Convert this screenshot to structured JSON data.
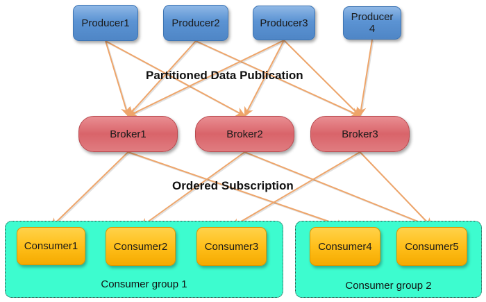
{
  "diagram": {
    "section_labels": {
      "publication": "Partitioned Data Publication",
      "subscription": "Ordered Subscription"
    },
    "producers": [
      {
        "id": "p1",
        "label": "Producer1"
      },
      {
        "id": "p2",
        "label": "Producer2"
      },
      {
        "id": "p3",
        "label": "Producer3"
      },
      {
        "id": "p4",
        "label": "Producer 4"
      }
    ],
    "brokers": [
      {
        "id": "b1",
        "label": "Broker1"
      },
      {
        "id": "b2",
        "label": "Broker2"
      },
      {
        "id": "b3",
        "label": "Broker3"
      }
    ],
    "consumers": [
      {
        "id": "c1",
        "label": "Consumer1"
      },
      {
        "id": "c2",
        "label": "Consumer2"
      },
      {
        "id": "c3",
        "label": "Consumer3"
      },
      {
        "id": "c4",
        "label": "Consumer4"
      },
      {
        "id": "c5",
        "label": "Consumer5"
      }
    ],
    "groups": [
      {
        "id": "g1",
        "label": "Consumer group 1",
        "members": [
          "c1",
          "c2",
          "c3"
        ]
      },
      {
        "id": "g2",
        "label": "Consumer group 2",
        "members": [
          "c4",
          "c5"
        ]
      }
    ],
    "edges": [
      {
        "from": "p1",
        "to": "b1"
      },
      {
        "from": "p1",
        "to": "b2"
      },
      {
        "from": "p2",
        "to": "b1"
      },
      {
        "from": "p2",
        "to": "b3"
      },
      {
        "from": "p3",
        "to": "b1"
      },
      {
        "from": "p3",
        "to": "b2"
      },
      {
        "from": "p3",
        "to": "b3"
      },
      {
        "from": "p4",
        "to": "b3"
      },
      {
        "from": "b1",
        "to": "c1"
      },
      {
        "from": "b1",
        "to": "c4"
      },
      {
        "from": "b2",
        "to": "c2"
      },
      {
        "from": "b2",
        "to": "c5"
      },
      {
        "from": "b3",
        "to": "c3"
      },
      {
        "from": "b3",
        "to": "c5"
      }
    ],
    "colors": {
      "producer": "#5b93d3",
      "broker": "#d9646a",
      "consumer": "#ffbf1a",
      "group": "#3dfccf",
      "edge": "#eea56a"
    }
  }
}
